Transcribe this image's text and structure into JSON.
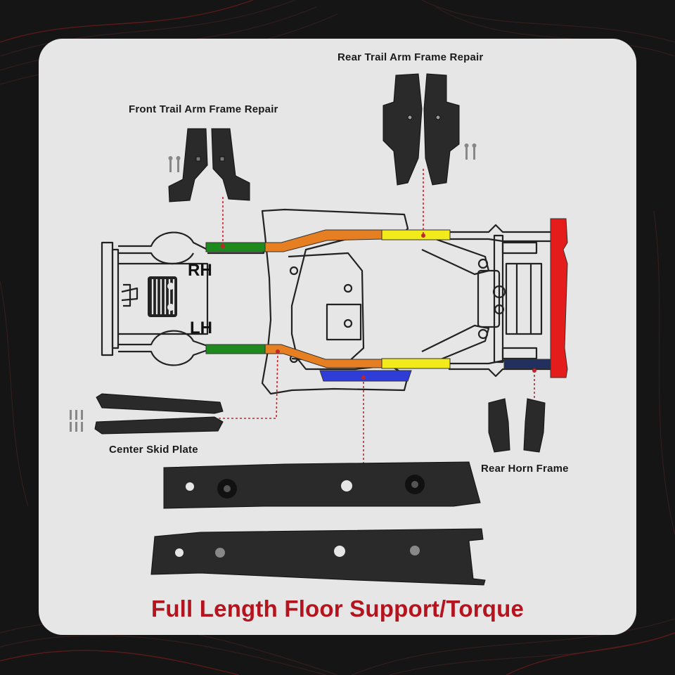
{
  "labels": {
    "rear_trail_arm": "Rear Trail Arm Frame Repair",
    "front_trail_arm": "Front Trail Arm Frame Repair",
    "center_skid_plate": "Center Skid Plate",
    "rear_horn_frame": "Rear Horn Frame",
    "rh": "RH",
    "lh": "LH"
  },
  "footer": {
    "title": "Full Length Floor Support/Torque"
  },
  "colors": {
    "accent_red": "#b4141e",
    "section_green": "#1e8a1e",
    "section_orange": "#e67e22",
    "section_yellow": "#f2ea1b",
    "section_blue": "#2f3cd6",
    "section_navy": "#22305f",
    "section_red": "#e41c1c",
    "leader_line": "#c0262d"
  }
}
